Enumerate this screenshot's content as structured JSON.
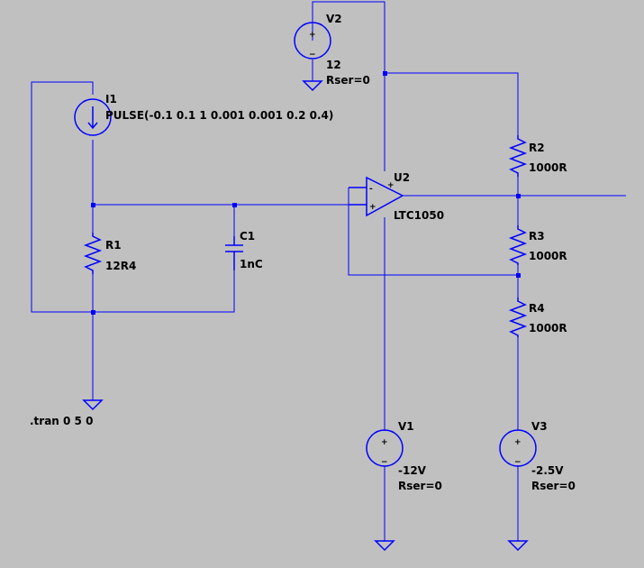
{
  "colors": {
    "background": "#c0c0c0",
    "wire": "#0000ff",
    "text": "#000000"
  },
  "directive": ".tran 0 5 0",
  "components": {
    "i1": {
      "name": "I1",
      "value": "PULSE(-0.1 0.1 1 0.001 0.001 0.2 0.4)"
    },
    "r1": {
      "name": "R1",
      "value": "12R4"
    },
    "c1": {
      "name": "C1",
      "value": "1nC"
    },
    "u2": {
      "name": "U2",
      "value": "LTC1050",
      "plus": "+",
      "minus": "-"
    },
    "r2": {
      "name": "R2",
      "value": "1000R"
    },
    "r3": {
      "name": "R3",
      "value": "1000R"
    },
    "r4": {
      "name": "R4",
      "value": "1000R"
    },
    "v1": {
      "name": "V1",
      "value": "-12V",
      "rser": "Rser=0",
      "plus": "+",
      "minus": "−"
    },
    "v2": {
      "name": "V2",
      "value": "12",
      "rser": "Rser=0",
      "plus": "+",
      "minus": "−"
    },
    "v3": {
      "name": "V3",
      "value": "-2.5V",
      "rser": "Rser=0",
      "plus": "+",
      "minus": "−"
    }
  }
}
